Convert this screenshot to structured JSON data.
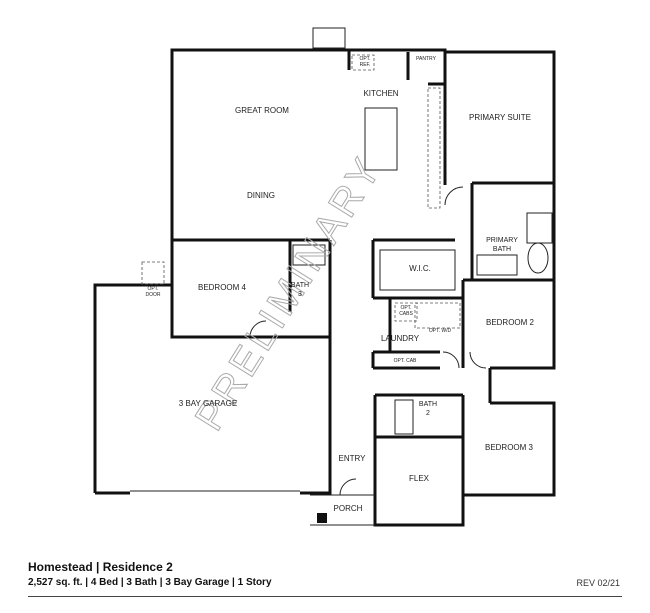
{
  "plan": {
    "rooms": {
      "great_room": "GREAT ROOM",
      "kitchen": "KITCHEN",
      "primary_suite": "PRIMARY SUITE",
      "dining": "DINING",
      "primary_bath_1": "PRIMARY",
      "primary_bath_2": "BATH",
      "wic": "W.I.C.",
      "bedroom4": "BEDROOM 4",
      "bath3_1": "BATH",
      "bath3_2": "3",
      "bedroom2": "BEDROOM 2",
      "laundry": "LAUNDRY",
      "garage": "3 BAY GARAGE",
      "bath2_1": "BATH",
      "bath2_2": "2",
      "bedroom3": "BEDROOM 3",
      "entry": "ENTRY",
      "flex": "FLEX",
      "porch": "PORCH",
      "pantry": "PANTRY"
    },
    "options": {
      "opt_ref_1": "OPT.",
      "opt_ref_2": "REF.",
      "opt_door_1": "OPT.",
      "opt_door_2": "DOOR",
      "opt_cabs_1": "OPT.",
      "opt_cabs_2": "CABS",
      "opt_wd": "OPT. W/D",
      "opt_cab": "OPT. CAB"
    },
    "watermark": "PRELIMINARY"
  },
  "footer": {
    "title": "Homestead | Residence 2",
    "specs": "2,527 sq. ft. | 4 Bed | 3 Bath | 3 Bay Garage | 1 Story",
    "revision": "REV 02/21"
  }
}
